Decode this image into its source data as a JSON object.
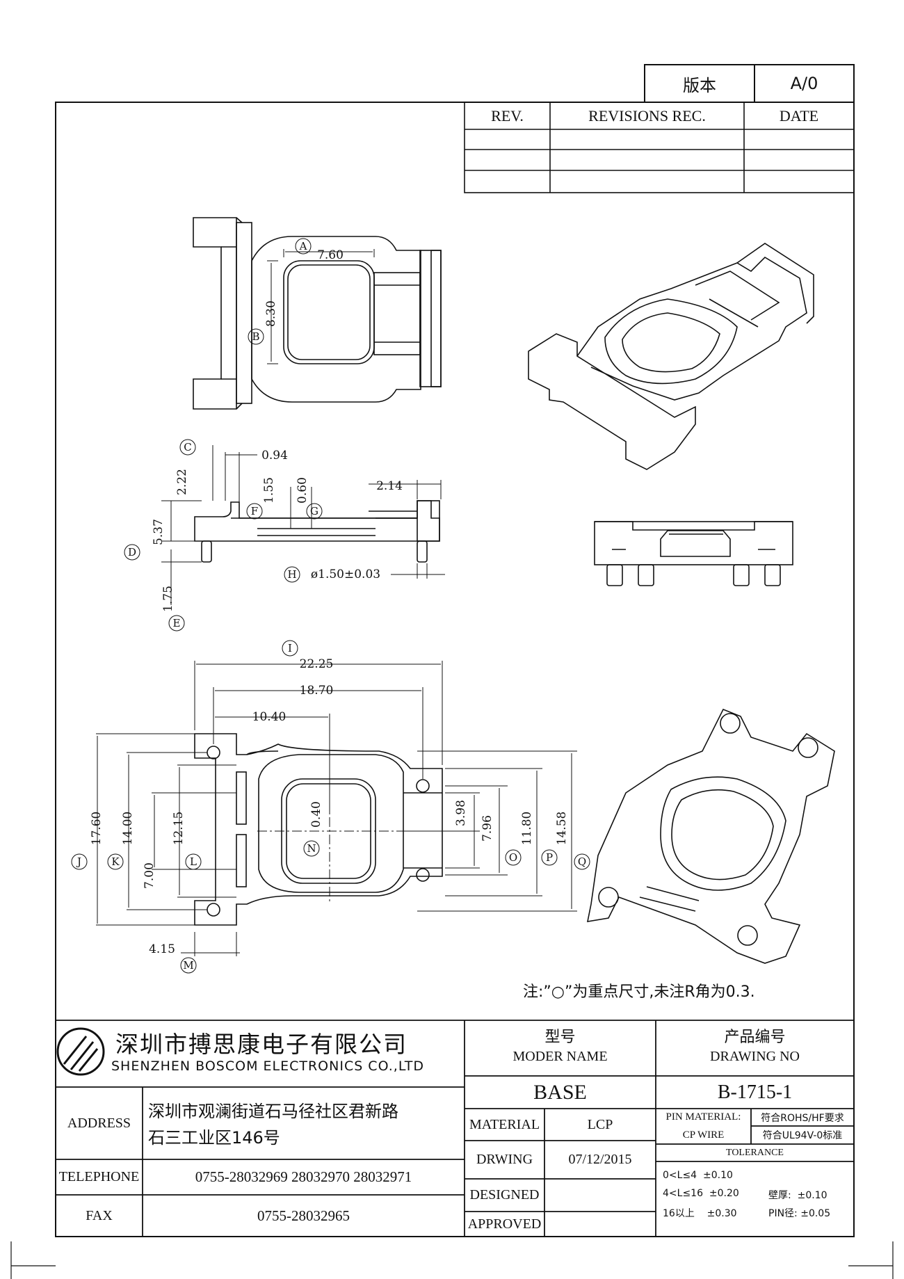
{
  "version_box": {
    "label": "版本",
    "value": "A/0"
  },
  "revision_table": {
    "headers": [
      "REV.",
      "REVISIONS REC.",
      "DATE"
    ],
    "rows": [
      [
        "",
        "",
        ""
      ],
      [
        "",
        "",
        ""
      ],
      [
        "",
        "",
        ""
      ]
    ]
  },
  "dimensions": {
    "top_view": {
      "width": "7.60",
      "height": "8.30",
      "label_width": "A",
      "label_height": "B"
    },
    "side_view": {
      "d_094": "0.94",
      "d_222": "2.22",
      "d_155": "1.55",
      "d_060": "0.60",
      "d_214": "2.14",
      "d_537": "5.37",
      "d_175": "1.75",
      "pin": "ø1.50±0.03",
      "labels": [
        "C",
        "D",
        "E",
        "F",
        "G",
        "H"
      ]
    },
    "bottom_view": {
      "w_2225": "22.25",
      "w_1870": "18.70",
      "w_1040": "10.40",
      "h_1760": "17.60",
      "h_1400": "14.00",
      "h_1215": "12.15",
      "h_700": "7.00",
      "d_040": "0.40",
      "d_398": "3.98",
      "d_796": "7.96",
      "h_1180": "11.80",
      "h_1458": "14.58",
      "d_415": "4.15",
      "labels": [
        "I",
        "J",
        "K",
        "L",
        "M",
        "N",
        "O",
        "P",
        "Q"
      ]
    }
  },
  "note": "注:”○”为重点尺寸,未注R角为0.3.",
  "title_block": {
    "company_cn": "深圳市搏思康电子有限公司",
    "company_en": "SHENZHEN BOSCOM ELECTRONICS CO.,LTD",
    "model_label_cn": "型号",
    "model_label_en": "MODER NAME",
    "drawing_label_cn": "产品编号",
    "drawing_label_en": "DRAWING NO",
    "model_value": "BASE",
    "drawing_value": "B-1715-1",
    "address_label": "ADDRESS",
    "address_line1": "深圳市观澜街道石马径社区君新路",
    "address_line2": "石三工业区146号",
    "telephone_label": "TELEPHONE",
    "telephone_value": "0755-28032969 28032970 28032971",
    "fax_label": "FAX",
    "fax_value": "0755-28032965",
    "material_label": "MATERIAL",
    "material_value": "LCP",
    "drawing_date_label": "DRWING",
    "drawing_date_value": "07/12/2015",
    "designed_label": "DESIGNED",
    "approved_label": "APPROVED",
    "pin_material_label": "PIN MATERIAL:",
    "pin_material_value": "CP WIRE",
    "rohs": "符合ROHS/HF要求",
    "ul": "符合UL94V-0标准",
    "tolerance_label": "TOLERANCE",
    "tol1": "0<L≤4  ±0.10",
    "tol2": "4<L≤16  ±0.20",
    "tol3": "16以上    ±0.30",
    "wall": "壁厚:  ±0.10",
    "pin_dia": "PIN径: ±0.05"
  }
}
